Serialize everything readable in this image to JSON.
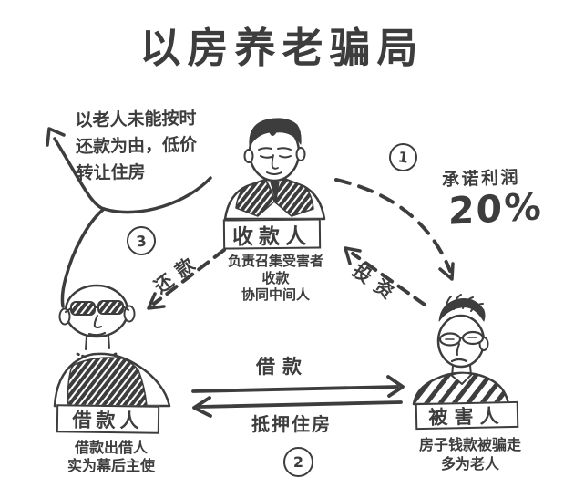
{
  "title": "以房养老骗局",
  "colors": {
    "ink": "#3d3d3d",
    "paper": "#ffffff"
  },
  "steps": {
    "step1": "1",
    "step2": "2",
    "step3": "3"
  },
  "annotations": {
    "top_left_note_line1": "以老人未能按时",
    "top_left_note_line2": "还款为由，低价",
    "top_left_note_line3": "转让住房",
    "promise_label": "承诺利润",
    "promise_value": "20%"
  },
  "flow_labels": {
    "invest": "投资",
    "repay": "还款",
    "loan": "借款",
    "mortgage": "抵押住房"
  },
  "figures": {
    "collector": {
      "name_plate": "收款人",
      "description": [
        "负责召集受害者",
        "收款",
        "协同中间人"
      ]
    },
    "borrower": {
      "name_plate": "借款人",
      "description": [
        "借款出借人",
        "实为幕后主使"
      ]
    },
    "victim": {
      "name_plate": "被害人",
      "description": [
        "房子钱款被骗走",
        "多为老人"
      ]
    }
  }
}
